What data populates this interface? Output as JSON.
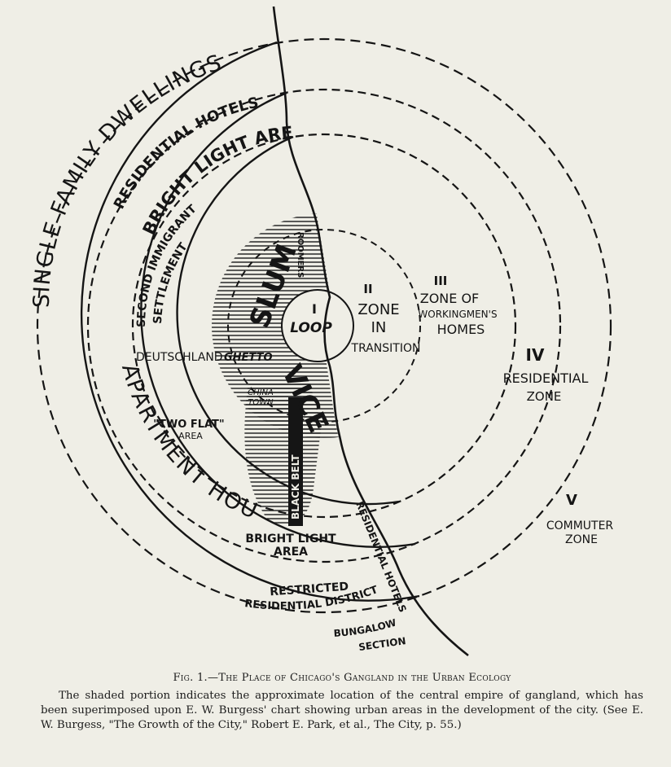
{
  "labels": {
    "single_family": "SINGLE FAMILY DWELLINGS",
    "residential_hotels": "RESIDENTIAL HOTELS",
    "bright_light_area": "BRIGHT LIGHT AREA",
    "apartment_houses": "APARTMENT HOUSES",
    "second_immigrant": "SECOND IMMIGRANT",
    "settlement": "SETTLEMENT",
    "roomers": "ROOMERS",
    "slum": "SLUM",
    "vice": "VICE",
    "zone1_num": "I",
    "zone1_name": "LOOP",
    "zone2_num": "II",
    "zone2_line1": "ZONE",
    "zone2_line2": "IN",
    "zone2_line3": "TRANSITION",
    "zone3_num": "III",
    "zone3_line1": "ZONE OF",
    "zone3_line2": "WORKINGMEN'S",
    "zone3_line3": "HOMES",
    "zone4_num": "IV",
    "zone4_line1": "RESIDENTIAL",
    "zone4_line2": "ZONE",
    "zone5_num": "V",
    "zone5_line1": "COMMUTER",
    "zone5_line2": "ZONE",
    "deutschland": "DEUTSCHLAND",
    "ghetto": "GHETTO",
    "chinatown1": "CHINA",
    "chinatown2": "TOWN",
    "two_flat1": "\"TWO FLAT\"",
    "two_flat2": "AREA",
    "black_belt": "BLACK BELT",
    "bright_light2_1": "BRIGHT LIGHT",
    "bright_light2_2": "AREA",
    "residential_hotels_2": "RESIDENTIAL HOTELS",
    "restricted1": "RESTRICTED",
    "restricted2": "RESIDENTIAL DISTRICT",
    "bungalow1": "BUNGALOW",
    "bungalow2": "SECTION"
  },
  "caption": {
    "title": "Fig. 1.—The Place of Chicago's Gangland in the Urban Ecology",
    "text": "The shaded portion indicates the approximate location of the central empire of gangland, which has been superimposed upon E. W. Burgess' chart showing urban areas in the development of the city. (See E. W. Burgess, \"The Growth of the City,\" Robert E. Park, et al., The City, p. 55.)"
  }
}
